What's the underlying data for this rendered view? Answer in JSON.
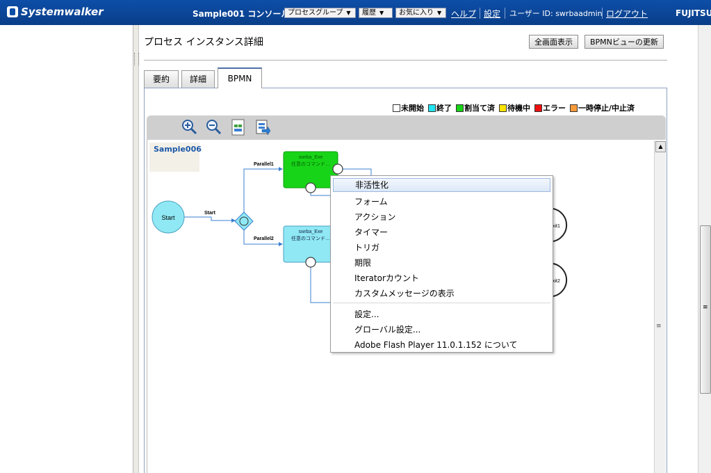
{
  "header": {
    "product": "Systemwalker",
    "console_title": "Sample001 コンソール",
    "menus": [
      "プロセスグループ",
      "履歴",
      "お気に入り"
    ],
    "help_link": "ヘルプ",
    "settings_link": "設定",
    "user_label": "ユーザー ID: swrbaadmin",
    "logout_link": "ログアウト",
    "brand": "FUJITSU"
  },
  "page": {
    "title": "プロセス インスタンス詳細",
    "fullscreen_button": "全画面表示",
    "refresh_button": "BPMNビューの更新",
    "tabs": [
      "要約",
      "詳細",
      "BPMN"
    ],
    "active_tab": "BPMN"
  },
  "legend": [
    {
      "label": "未開始",
      "color": "#ffffff"
    },
    {
      "label": "終了",
      "color": "#22e5f2"
    },
    {
      "label": "割当て済",
      "color": "#18d418"
    },
    {
      "label": "待機中",
      "color": "#ffe400"
    },
    {
      "label": "エラー",
      "color": "#ee1010"
    },
    {
      "label": "一時停止/中止済",
      "color": "#f79a3a"
    }
  ],
  "toolbar": [
    "zoom-in-icon",
    "zoom-out-icon",
    "fit-page-icon",
    "export-icon"
  ],
  "diagram": {
    "name": "Sample006",
    "start_label": "Start",
    "flow_start": "Start",
    "flow_parallel1": "Parallel1",
    "flow_parallel2": "Parallel2",
    "task1_line1": "swrba_Exe",
    "task1_line2": "任意のコマンド…",
    "task2_line1": "swrba_Exe",
    "task2_line2": "任意のコマンド…",
    "exit1": "xit1",
    "exit2": "xit2",
    "colors": {
      "start": "#8fe8f4",
      "task_assigned": "#18d418",
      "task_done": "#8fe8f4",
      "flow": "#3a7fd0"
    }
  },
  "context_menu": {
    "items": [
      "非活性化",
      "フォーム",
      "アクション",
      "タイマー",
      "トリガ",
      "期限",
      "Iteratorカウント",
      "カスタムメッセージの表示"
    ],
    "items2": [
      "設定...",
      "グローバル設定...",
      "Adobe Flash Player 11.0.1.152  について"
    ],
    "highlighted": "非活性化"
  }
}
